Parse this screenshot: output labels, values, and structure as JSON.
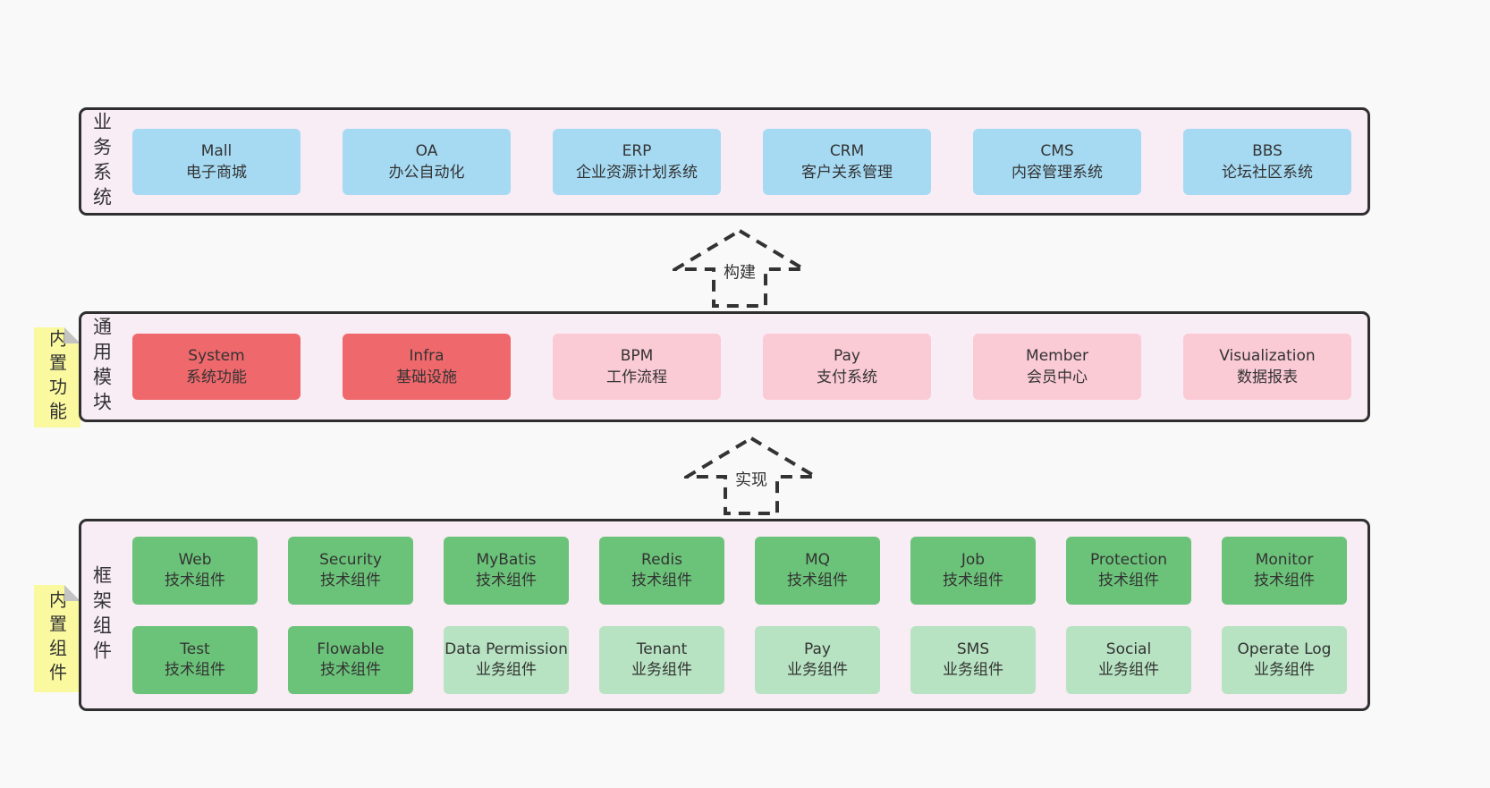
{
  "colors": {
    "page_bg": "#f9f9f9",
    "container_bg": "#f8ecf5",
    "container_border": "#2f2f2f",
    "blue_box": "#a6daf3",
    "red_box": "#ef686c",
    "pink_box": "#facad5",
    "green_dark_box": "#6bc379",
    "green_light_box": "#b7e3c2",
    "note_bg": "#fbf9a0",
    "note_fold": "#c3c3c3",
    "text": "#333333"
  },
  "arrows": [
    {
      "label": "构建"
    },
    {
      "label": "实现"
    }
  ],
  "notes": [
    {
      "label": "内置功能"
    },
    {
      "label": "内置组件"
    }
  ],
  "sections": [
    {
      "side_label": "业务系统",
      "boxes": [
        {
          "name": "Mall",
          "subtitle": "电子商城",
          "variant": "blue"
        },
        {
          "name": "OA",
          "subtitle": "办公自动化",
          "variant": "blue"
        },
        {
          "name": "ERP",
          "subtitle": "企业资源计划系统",
          "variant": "blue"
        },
        {
          "name": "CRM",
          "subtitle": "客户关系管理",
          "variant": "blue"
        },
        {
          "name": "CMS",
          "subtitle": "内容管理系统",
          "variant": "blue"
        },
        {
          "name": "BBS",
          "subtitle": "论坛社区系统",
          "variant": "blue"
        }
      ]
    },
    {
      "side_label": "通用模块",
      "boxes": [
        {
          "name": "System",
          "subtitle": "系统功能",
          "variant": "red"
        },
        {
          "name": "Infra",
          "subtitle": "基础设施",
          "variant": "red"
        },
        {
          "name": "BPM",
          "subtitle": "工作流程",
          "variant": "pink"
        },
        {
          "name": "Pay",
          "subtitle": "支付系统",
          "variant": "pink"
        },
        {
          "name": "Member",
          "subtitle": "会员中心",
          "variant": "pink"
        },
        {
          "name": "Visualization",
          "subtitle": "数据报表",
          "variant": "pink"
        }
      ]
    },
    {
      "side_label": "框架组件",
      "boxes": [
        {
          "name": "Web",
          "subtitle": "技术组件",
          "variant": "green-dark"
        },
        {
          "name": "Security",
          "subtitle": "技术组件",
          "variant": "green-dark"
        },
        {
          "name": "MyBatis",
          "subtitle": "技术组件",
          "variant": "green-dark"
        },
        {
          "name": "Redis",
          "subtitle": "技术组件",
          "variant": "green-dark"
        },
        {
          "name": "MQ",
          "subtitle": "技术组件",
          "variant": "green-dark"
        },
        {
          "name": "Job",
          "subtitle": "技术组件",
          "variant": "green-dark"
        },
        {
          "name": "Protection",
          "subtitle": "技术组件",
          "variant": "green-dark"
        },
        {
          "name": "Monitor",
          "subtitle": "技术组件",
          "variant": "green-dark"
        },
        {
          "name": "Test",
          "subtitle": "技术组件",
          "variant": "green-dark"
        },
        {
          "name": "Flowable",
          "subtitle": "技术组件",
          "variant": "green-dark"
        },
        {
          "name": "Data Permission",
          "subtitle": "业务组件",
          "variant": "green-light"
        },
        {
          "name": "Tenant",
          "subtitle": "业务组件",
          "variant": "green-light"
        },
        {
          "name": "Pay",
          "subtitle": "业务组件",
          "variant": "green-light"
        },
        {
          "name": "SMS",
          "subtitle": "业务组件",
          "variant": "green-light"
        },
        {
          "name": "Social",
          "subtitle": "业务组件",
          "variant": "green-light"
        },
        {
          "name": "Operate Log",
          "subtitle": "业务组件",
          "variant": "green-light"
        }
      ]
    }
  ]
}
